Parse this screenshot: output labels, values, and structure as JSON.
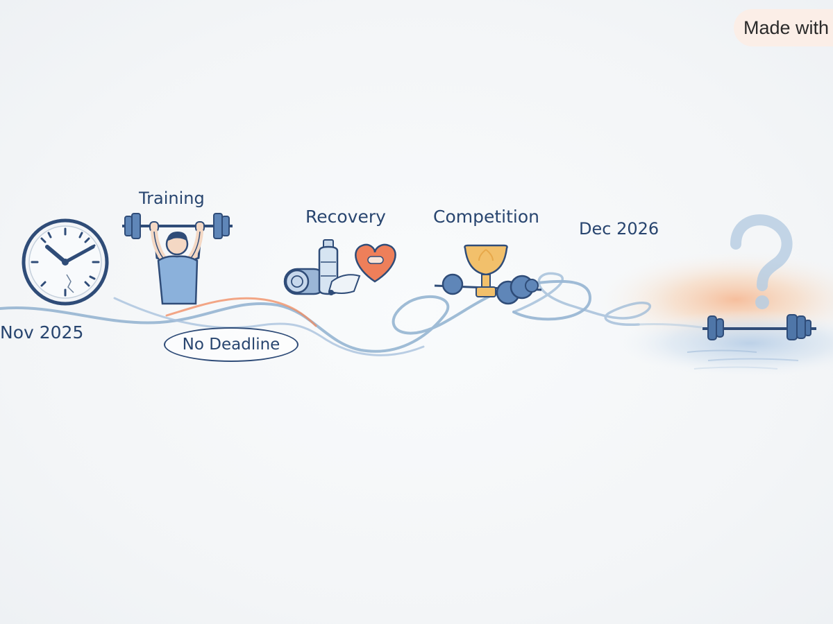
{
  "badge": {
    "text": "Made with"
  },
  "timeline": {
    "start_label": "Nov 2025",
    "end_label": "Dec 2026",
    "stages": [
      {
        "label": "Training"
      },
      {
        "label": "Recovery"
      },
      {
        "label": "Competition"
      }
    ],
    "note_label": "No Deadline"
  },
  "icons": {
    "start": "clock-icon",
    "training": "weightlifter-icon",
    "recovery": [
      "yoga-mat-icon",
      "water-bottle-icon",
      "heart-icon",
      "towel-icon"
    ],
    "competition": [
      "trophy-icon",
      "dumbbell-icon"
    ],
    "future": [
      "question-mark-icon",
      "barbell-icon"
    ]
  },
  "colors": {
    "ink": "#28456f",
    "line_blue": "#8fb0cf",
    "accent_orange": "#f08a5d",
    "trophy_gold": "#f2c06b",
    "heart_orange": "#ee7f5a"
  }
}
